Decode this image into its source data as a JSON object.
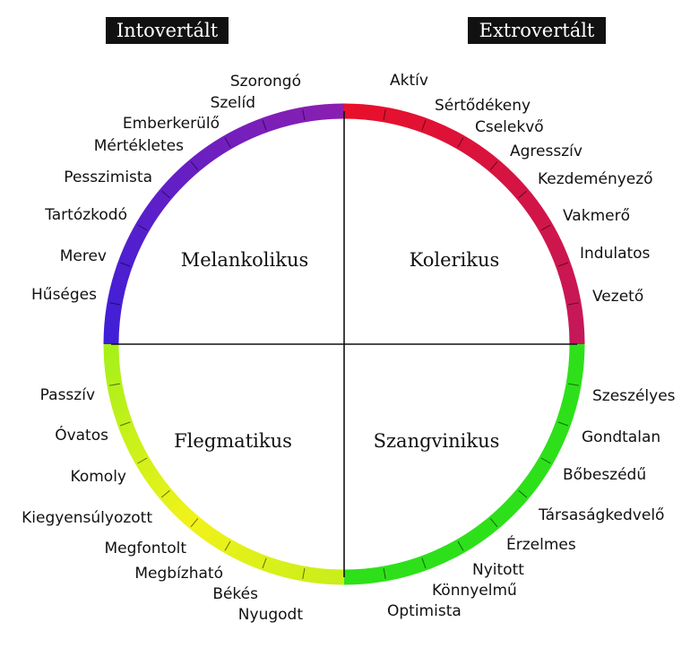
{
  "headers": {
    "introverted": "Intovertált",
    "extroverted": "Extrovertált"
  },
  "quadrants": {
    "top_left": "Melankolikus",
    "top_right": "Kolerikus",
    "bottom_left": "Flegmatikus",
    "bottom_right": "Szangvinikus"
  },
  "colors": {
    "blue": "#3f1fd8",
    "purple": "#8a1fb0",
    "red": "#e8102a",
    "crimson": "#c4185a",
    "green": "#2ee01a",
    "lime": "#a6f01a",
    "yellow": "#f2f21a",
    "yellow_green": "#c9ee1a",
    "axis": "#111111"
  },
  "traits": {
    "top_left": [
      "Szorongó",
      "Szelíd",
      "Emberkerülő",
      "Mértékletes",
      "Pesszimista",
      "Tartózkodó",
      "Merev",
      "Hűséges"
    ],
    "top_right": [
      "Aktív",
      "Sértődékeny",
      "Cselekvő",
      "Agresszív",
      "Kezdeményező",
      "Vakmerő",
      "Indulatos",
      "Vezető"
    ],
    "bottom_left": [
      "Passzív",
      "Óvatos",
      "Komoly",
      "Kiegyensúlyozott",
      "Megfontolt",
      "Megbízható",
      "Békés",
      "Nyugodt"
    ],
    "bottom_right": [
      "Szeszélyes",
      "Gondtalan",
      "Bőbeszédű",
      "Társaságkedvelő",
      "Érzelmes",
      "Nyitott",
      "Könnyelmű",
      "Optimista"
    ]
  }
}
